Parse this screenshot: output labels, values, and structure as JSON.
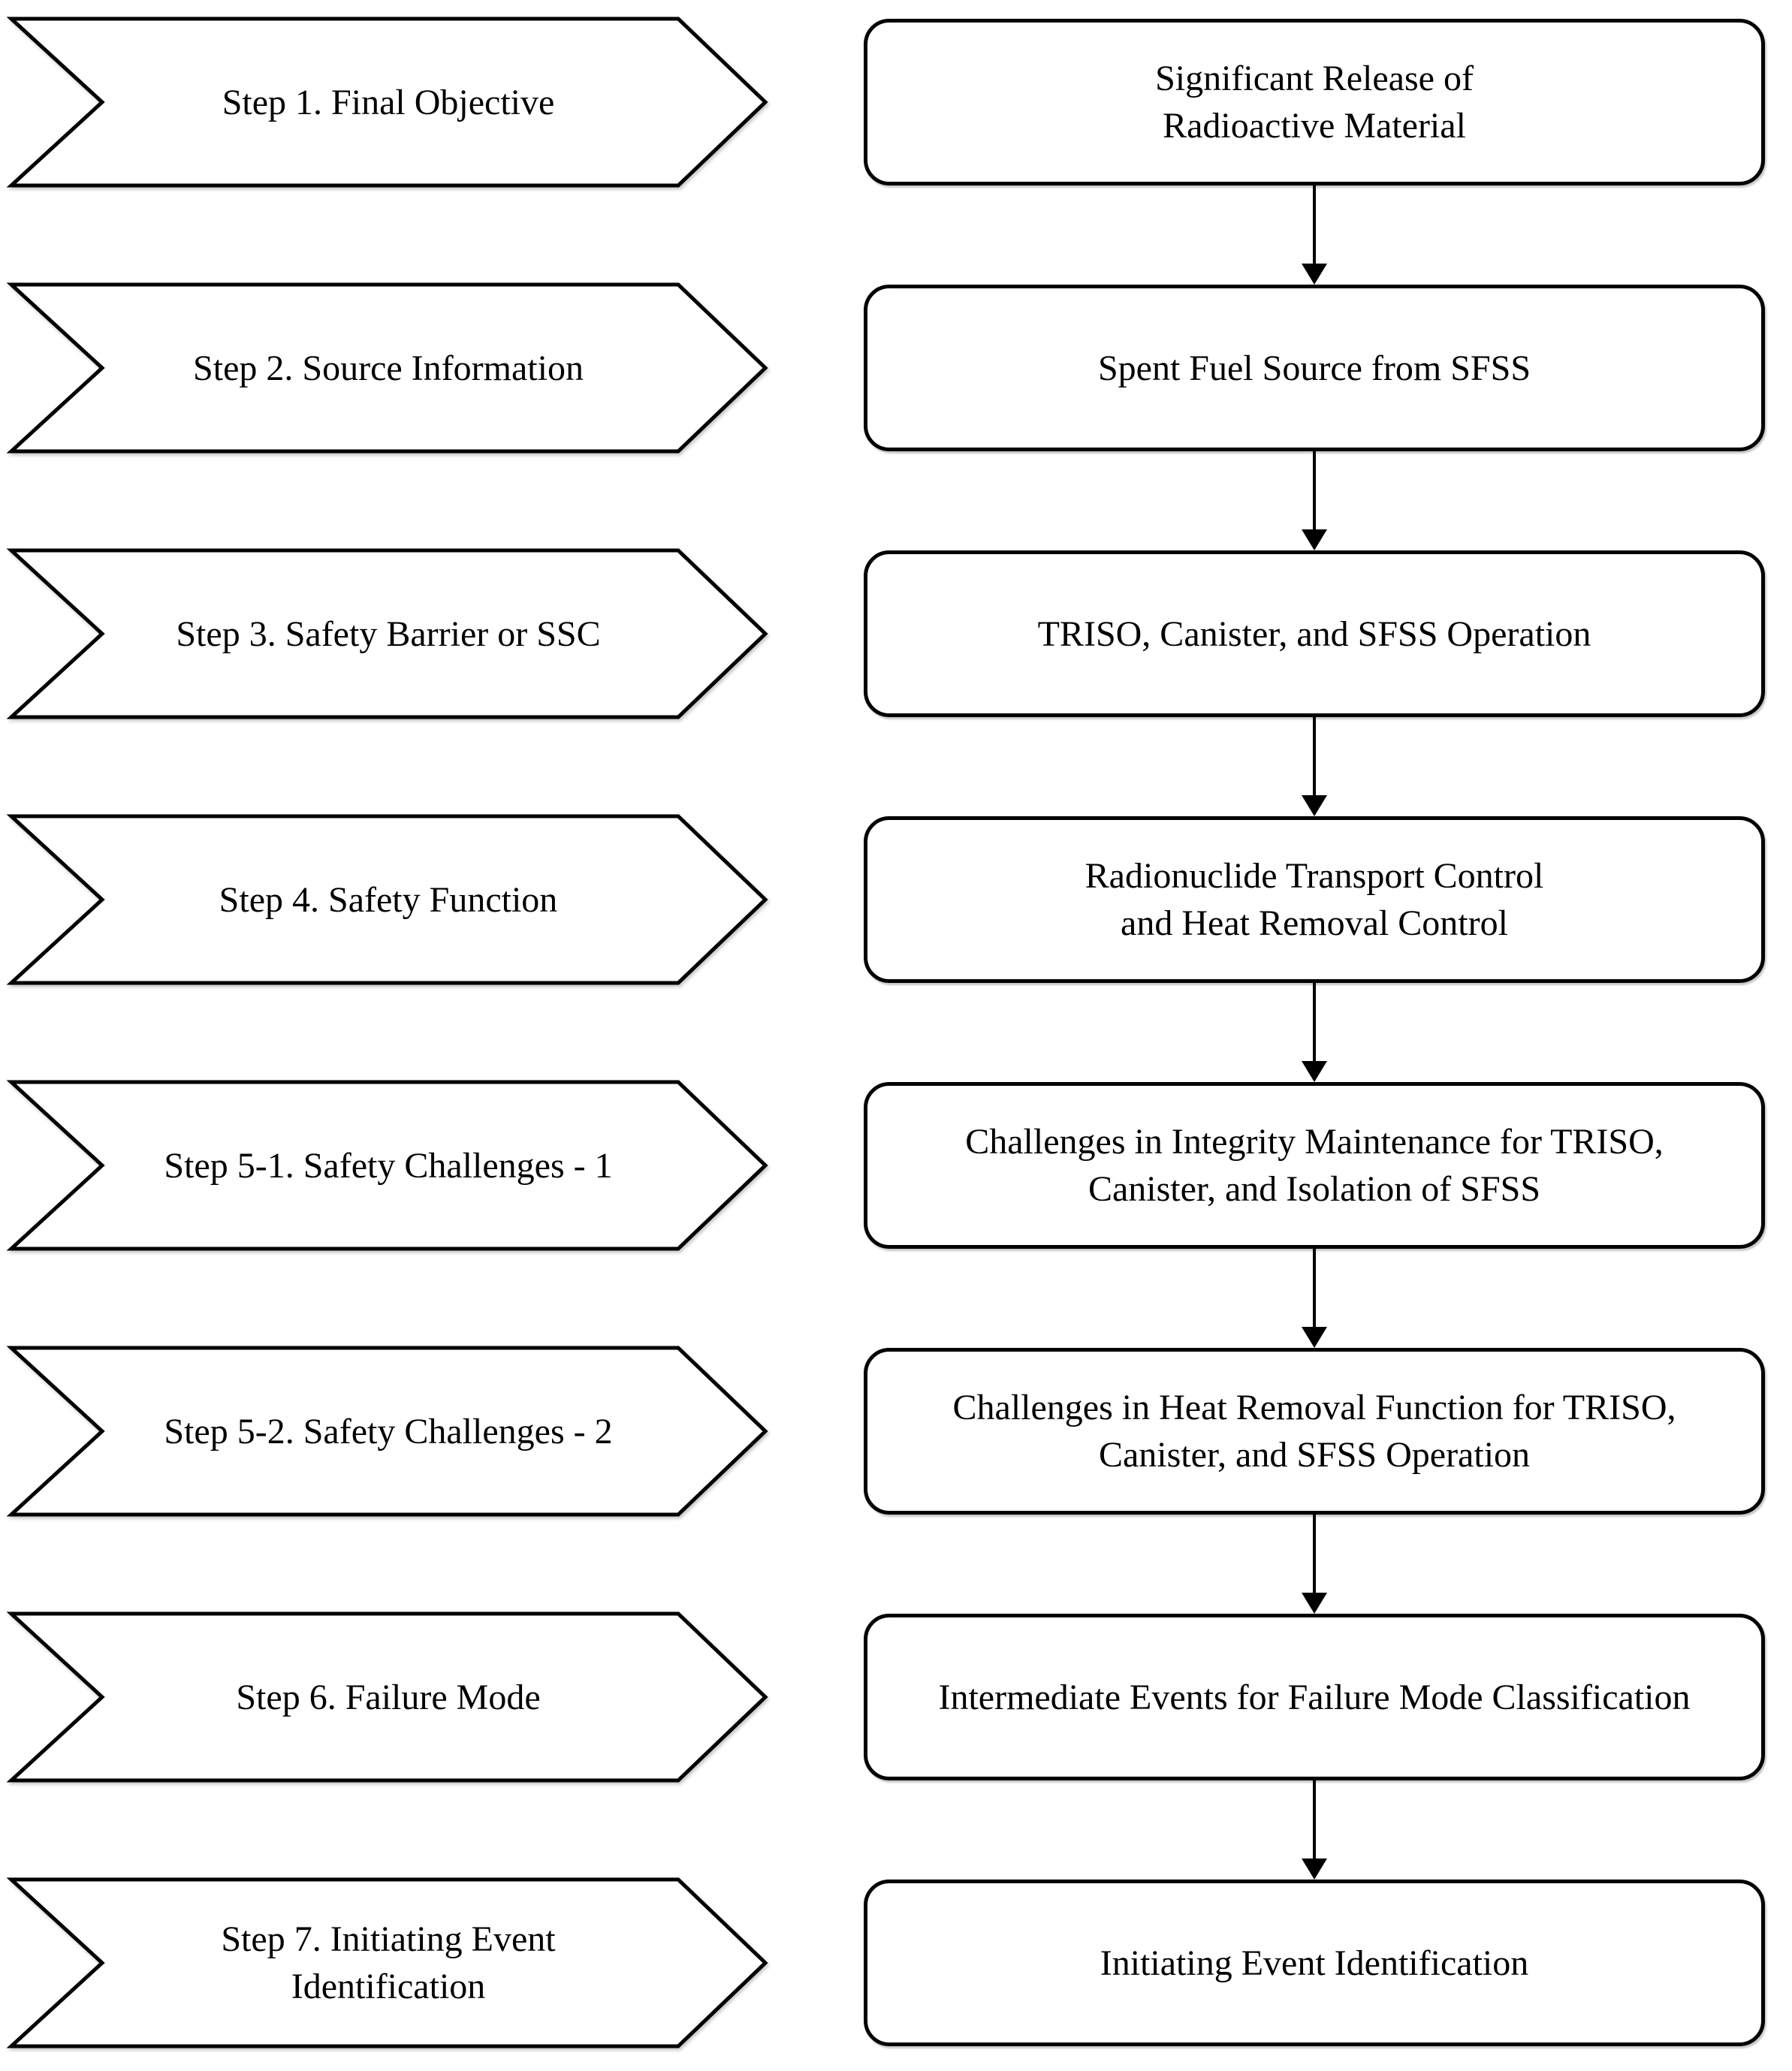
{
  "figure": {
    "background_color": "#ffffff",
    "ink_color": "#000000",
    "type": "process-flowchart"
  },
  "rows": [
    {
      "step": [
        "Step 1. Final Objective"
      ],
      "box": [
        "Significant Release of",
        "Radioactive Material"
      ]
    },
    {
      "step": [
        "Step 2. Source Information"
      ],
      "box": [
        "Spent Fuel Source from SFSS"
      ]
    },
    {
      "step": [
        "Step 3. Safety Barrier or SSC"
      ],
      "box": [
        "TRISO, Canister, and SFSS Operation"
      ]
    },
    {
      "step": [
        "Step 4. Safety Function"
      ],
      "box": [
        "Radionuclide Transport Control",
        "and Heat Removal Control"
      ]
    },
    {
      "step": [
        "Step 5-1. Safety Challenges - 1"
      ],
      "box": [
        "Challenges in Integrity Maintenance for TRISO,",
        "Canister, and Isolation of SFSS"
      ]
    },
    {
      "step": [
        "Step 5-2. Safety Challenges - 2"
      ],
      "box": [
        "Challenges in Heat Removal Function for TRISO,",
        "Canister, and SFSS Operation"
      ]
    },
    {
      "step": [
        "Step 6. Failure Mode"
      ],
      "box": [
        "Intermediate Events for Failure Mode Classification"
      ]
    },
    {
      "step": [
        "Step 7. Initiating Event",
        "Identification"
      ],
      "box": [
        "Initiating Event Identification"
      ]
    }
  ]
}
